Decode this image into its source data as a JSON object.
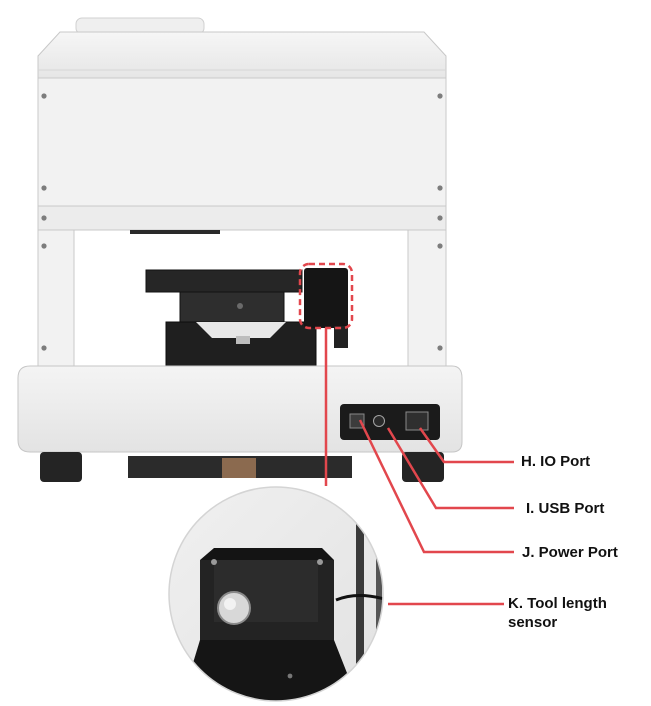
{
  "callouts": [
    {
      "key": "H",
      "label": "H. IO Port"
    },
    {
      "key": "I",
      "label": "I. USB Port"
    },
    {
      "key": "J",
      "label": "J. Power Port"
    },
    {
      "key": "K",
      "label": "K. Tool length",
      "label_line2": "sensor"
    }
  ],
  "colors": {
    "callout_line": "#e2474d",
    "highlight_dash": "#e2474d",
    "machine_body": "#f1f1f1",
    "machine_edge": "#c9c9c9",
    "machine_dark": "#1c1c1c"
  }
}
